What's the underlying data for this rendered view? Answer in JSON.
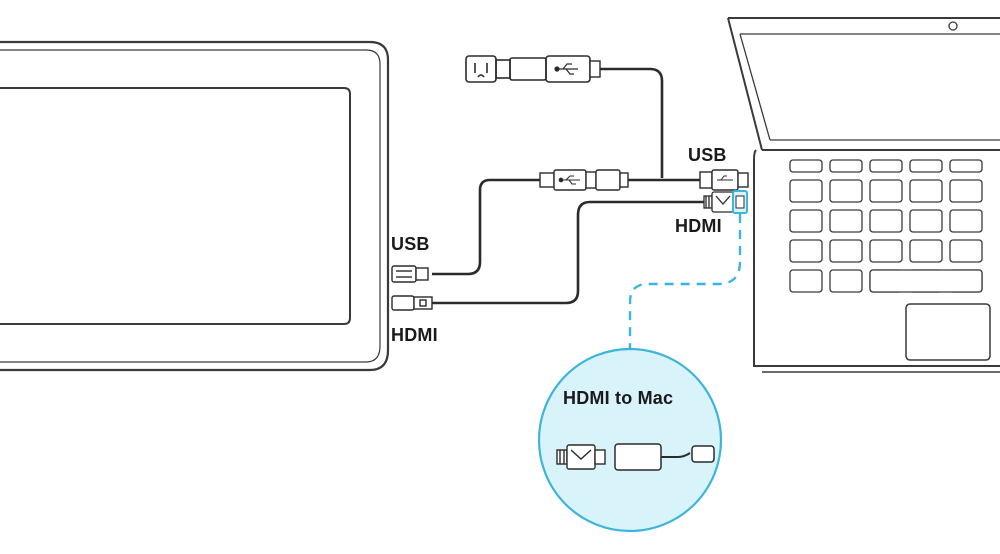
{
  "labels": {
    "monitor_usb": "USB",
    "monitor_hdmi": "HDMI",
    "laptop_usb": "USB",
    "laptop_hdmi": "HDMI",
    "callout_title": "HDMI to Mac"
  },
  "colors": {
    "line": "#2b2b2b",
    "device_outline": "#3a3a3a",
    "callout_fill": "#d9f3fb",
    "callout_border": "#3cb4dc",
    "dashed_connector": "#3cb4dc"
  },
  "icons": [
    "power-plug-icon",
    "usb-symbol-icon",
    "hdmi-plug-icon",
    "adapter-icon"
  ]
}
